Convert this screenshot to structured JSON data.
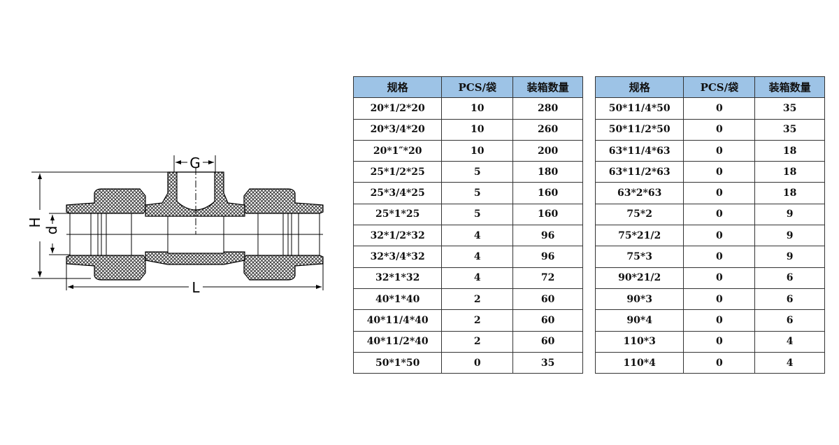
{
  "drawing": {
    "label_g": "G",
    "label_h": "H",
    "label_d": "d",
    "label_l": "L"
  },
  "tables": [
    {
      "headers": [
        "规格",
        "PCS/袋",
        "装箱数量"
      ],
      "rows": [
        [
          "20*1/2*20",
          "10",
          "280"
        ],
        [
          "20*3/4*20",
          "10",
          "260"
        ],
        [
          "20*1″*20",
          "10",
          "200"
        ],
        [
          "25*1/2*25",
          "5",
          "180"
        ],
        [
          "25*3/4*25",
          "5",
          "160"
        ],
        [
          "25*1*25",
          "5",
          "160"
        ],
        [
          "32*1/2*32",
          "4",
          "96"
        ],
        [
          "32*3/4*32",
          "4",
          "96"
        ],
        [
          "32*1*32",
          "4",
          "72"
        ],
        [
          "40*1*40",
          "2",
          "60"
        ],
        [
          "40*11/4*40",
          "2",
          "60"
        ],
        [
          "40*11/2*40",
          "2",
          "60"
        ],
        [
          "50*1*50",
          "0",
          "35"
        ]
      ]
    },
    {
      "headers": [
        "规格",
        "PCS/袋",
        "装箱数量"
      ],
      "rows": [
        [
          "50*11/4*50",
          "0",
          "35"
        ],
        [
          "50*11/2*50",
          "0",
          "35"
        ],
        [
          "63*11/4*63",
          "0",
          "18"
        ],
        [
          "63*11/2*63",
          "0",
          "18"
        ],
        [
          "63*2*63",
          "0",
          "18"
        ],
        [
          "75*2",
          "0",
          "9"
        ],
        [
          "75*21/2",
          "0",
          "9"
        ],
        [
          "75*3",
          "0",
          "9"
        ],
        [
          "90*21/2",
          "0",
          "6"
        ],
        [
          "90*3",
          "0",
          "6"
        ],
        [
          "90*4",
          "0",
          "6"
        ],
        [
          "110*3",
          "0",
          "4"
        ],
        [
          "110*4",
          "0",
          "4"
        ]
      ]
    }
  ]
}
